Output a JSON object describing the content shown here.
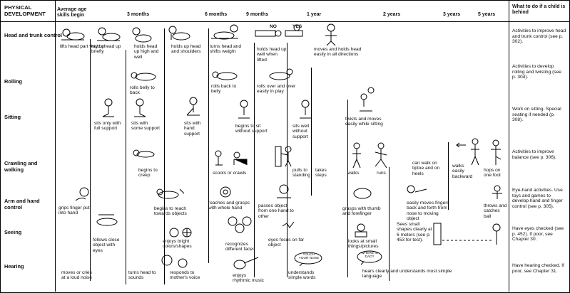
{
  "header": {
    "physical_development": "PHYSICAL DEVELOPMENT",
    "average_age": "Average age skills begin",
    "ages": [
      "3 months",
      "6 months",
      "9 months",
      "1 year",
      "2 years",
      "3 years",
      "5 years"
    ],
    "what_to_do": "What to do if a child is behind"
  },
  "rows": {
    "head": {
      "label": "Head and trunk control",
      "captions": [
        "lifts head part way up",
        "holds head up briefly",
        "holds head up high and well",
        "holds up head and shoulders",
        "turns head and shifts weight",
        "holds head up well when lifted",
        "moves and holds head easily in all directions"
      ],
      "marks": [
        "NO",
        "YES"
      ],
      "action": "Activities to improve head and trunk control (see p. 302)."
    },
    "rolling": {
      "label": "Rolling",
      "captions": [
        "rolls belly to back",
        "rolls back to belly",
        "rolls over and over easily in play"
      ],
      "action": "Activities to develop rolling and twisting (see p. 304)."
    },
    "sitting": {
      "label": "Sitting",
      "captions": [
        "sits only with full support",
        "sits with some support",
        "sits with hand support",
        "begins to sit without support",
        "sits well without support",
        "twists and moves easily while sitting"
      ],
      "action": "Work on sitting. Special seating if needed (p. 308)."
    },
    "crawling": {
      "label": "Crawling and walking",
      "captions": [
        "begins to creep",
        "scoots or crawls",
        "pulls to standing",
        "takes steps",
        "walks",
        "runs",
        "can walk on tiptoe and on heels",
        "walks easily backward",
        "hops on one foot"
      ],
      "action": "Activities to improve balance (see p. 306)."
    },
    "arm": {
      "label": "Arm and hand control",
      "captions": [
        "grips finger put into hand",
        "begins to reach towards objects",
        "reaches and grasps with whole hand",
        "passes object from one hand to other",
        "grasps with thumb and forefinger",
        "easily moves fingers back and forth from nose to moving object",
        "throws and catches ball"
      ],
      "action": "Eye-hand activities. Use toys and games to develop hand and finger control (see p. 305)."
    },
    "seeing": {
      "label": "Seeing",
      "captions": [
        "follows close object with eyes",
        "enjoys bright colors/shapes",
        "recognizes different faces",
        "eyes focus on far object",
        "looks at small things/pictures",
        "Sees small shapes clearly at 6 meters (see p. 453 for test)."
      ],
      "action": "Have eyes checked (see p. 452). If poor, see Chapter 30."
    },
    "hearing": {
      "label": "Hearing",
      "captions": [
        "moves or cries at a loud noise",
        "turns head to sounds",
        "responds to mother's voice",
        "enjoys rhythmic music",
        "understands simple words",
        "hears clearly and understands most simple language"
      ],
      "bubbles": [
        "TOUCH YOUR NOSE",
        "WHERE IS DAD?"
      ],
      "action": "Have hearing checked. If poor, see Chapter 31."
    }
  }
}
